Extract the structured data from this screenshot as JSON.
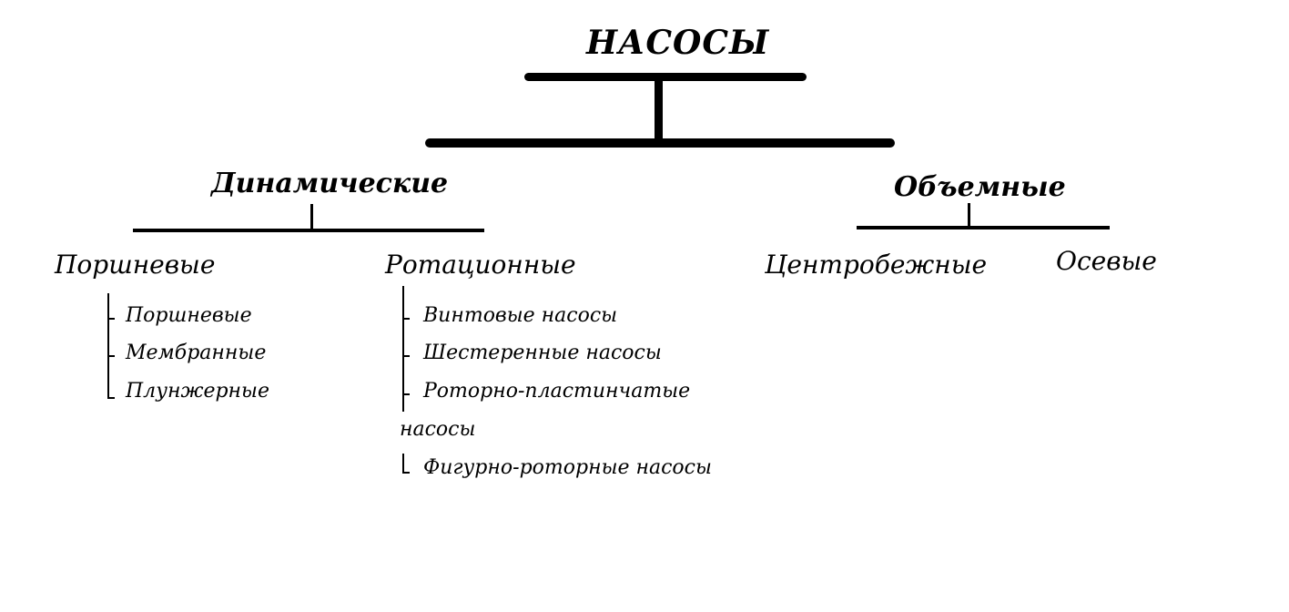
{
  "root": {
    "label": "НАСОСЫ"
  },
  "categories": [
    {
      "label": "Динамические",
      "children": [
        {
          "label": "Поршневые",
          "items": [
            "Поршневые",
            "Мембранные",
            "Плунжерные"
          ]
        },
        {
          "label": "Ротационные",
          "items": [
            "Винтовые насосы",
            "Шестеренные насосы",
            "Роторно-пластинчатые",
            "насосы",
            "Фигурно-роторные насосы"
          ]
        }
      ]
    },
    {
      "label": "Объемные",
      "children": [
        {
          "label": "Центробежные"
        },
        {
          "label": "Осевые"
        }
      ]
    }
  ]
}
